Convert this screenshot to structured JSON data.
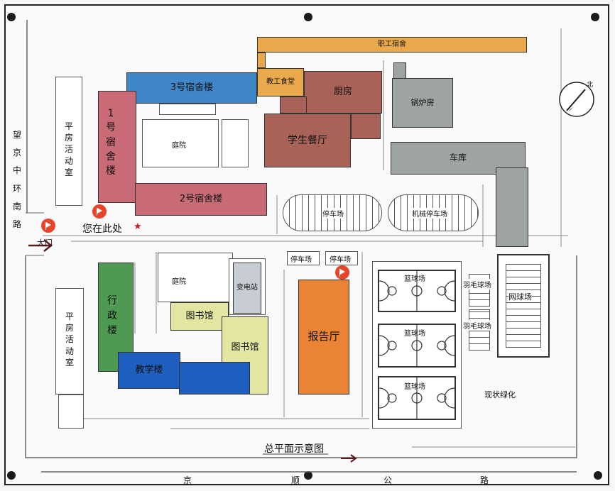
{
  "map": {
    "title": "总平面示意图",
    "you_are_here": "您在此处",
    "star": "★",
    "roads": {
      "left": "望京中环南路",
      "bottom": [
        "京",
        "顺",
        "公",
        "路"
      ]
    },
    "gate": "大门",
    "north": "北",
    "buildings": {
      "staff_dorm": "职工宿舍",
      "canteen_staff": "教工食堂",
      "kitchen": "厨房",
      "boiler": "锅炉房",
      "dorm3": "3号宿舍楼",
      "dorm1": "1号宿舍楼",
      "dorm2": "2号宿舍楼",
      "student_canteen": "学生餐厅",
      "garage": "车库",
      "courtyard1": "庭院",
      "courtyard2": "庭院",
      "activity_room_top": "平房活动室",
      "activity_room_bottom": "平房活动室",
      "parking1": "停车场",
      "parking_mech": "机械停车场",
      "parking_small1": "停车场",
      "parking_small2": "停车场",
      "substation": "变电站",
      "admin": "行政楼",
      "library1": "图书馆",
      "library2": "图书馆",
      "teaching": "教学楼",
      "auditorium": "报告厅",
      "basketball1": "篮球场",
      "basketball2": "篮球场",
      "basketball3": "篮球场",
      "badminton1": "羽毛球场",
      "badminton2": "羽毛球场",
      "tennis": "网球场",
      "greening": "现状绿化"
    },
    "colors": {
      "dorm3": "#3f86c8",
      "dorm_red": "#c96b76",
      "staff_dorm": "#eaa94a",
      "kitchen": "#a86258",
      "garage": "#9ea3a3",
      "admin": "#4f9a52",
      "library": "#e2e6a0",
      "teaching": "#1f5fc0",
      "auditorium": "#ea8434",
      "substation": "#c8ccd4",
      "flag": "#e8442a"
    }
  }
}
